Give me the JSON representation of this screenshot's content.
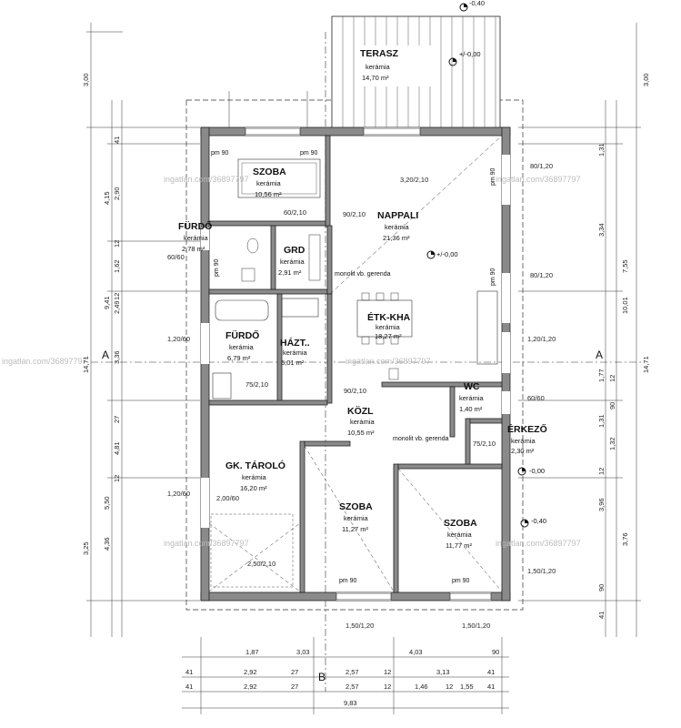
{
  "rooms": {
    "terasz": {
      "name": "TERASZ",
      "material": "kerámia",
      "area": "14,70 m²",
      "level": "+/-0,00"
    },
    "szoba1": {
      "name": "SZOBA",
      "material": "kerámia",
      "area": "10,56 m²"
    },
    "nappali": {
      "name": "NAPPALI",
      "material": "kerámia",
      "area": "21,36 m²",
      "level": "+/-0,00"
    },
    "furdo1": {
      "name": "FÜRDŐ",
      "material": "kerámia",
      "area": "2,78 m²"
    },
    "grd": {
      "name": "GRD",
      "material": "kerámia",
      "area": "2,91 m²"
    },
    "etk": {
      "name": "ÉTK-KHA",
      "material": "kerámia",
      "area": "18,27 m²"
    },
    "furdo2": {
      "name": "FÜRDŐ",
      "material": "kerámia",
      "area": "6,79 m²"
    },
    "hazt": {
      "name": "HÁZT..",
      "material": "kerámia",
      "area": "5,01 m²"
    },
    "wc": {
      "name": "WC",
      "material": "kerámia",
      "area": "1,40 m²"
    },
    "kozl": {
      "name": "KÖZL",
      "material": "kerámia",
      "area": "10,55 m²"
    },
    "erkezo": {
      "name": "ÉRKEZŐ",
      "material": "kerámia",
      "area": "2,30 m²",
      "level": "-0,00"
    },
    "gk": {
      "name": "GK. TÁROLÓ",
      "material": "kerámia",
      "area": "16,20 m²"
    },
    "szoba2": {
      "name": "SZOBA",
      "material": "kerámia",
      "area": "11,27 m²"
    },
    "szoba3": {
      "name": "SZOBA",
      "material": "kerámia",
      "area": "11,77 m²",
      "level": "-0,40"
    }
  },
  "labels": {
    "gerenda1": "monolit vb. gerenda",
    "gerenda2": "monolit vb. gerenda",
    "top_level": "-0,40",
    "section_a": "A",
    "section_b": "B",
    "watermark": "ingatlan.com/36897797"
  },
  "door_labels": [
    "pm 90",
    "pm 90",
    "pm 90",
    "pm 90",
    "pm 90",
    "pm 90",
    "pm 90"
  ],
  "bottom_dims": {
    "row1": [
      "1,87",
      "3,03",
      "4,03",
      "90"
    ],
    "row2": [
      "41",
      "2,92",
      "27",
      "2,57",
      "12",
      "3,13",
      "41"
    ],
    "row3": [
      "41",
      "2,92",
      "27",
      "2,57",
      "12",
      "1,46",
      "12",
      "1,55",
      "41"
    ],
    "total": "9,83"
  },
  "left_dims": {
    "col_outer": [
      "3,00",
      "14,71",
      "3,25"
    ],
    "col_mid": [
      "4,15",
      "9,41",
      "5,50",
      "4,36"
    ],
    "col_inner": [
      "41",
      "2,90",
      "12",
      "1,62",
      "12",
      "2,49",
      "3,36",
      "27",
      "4,81",
      "12"
    ]
  },
  "right_dims": {
    "col_outer": [
      "3,00",
      "14,71"
    ],
    "col_mid": [
      "7,55",
      "10,01",
      "3,76"
    ],
    "col_inner": [
      "1,31",
      "3,34",
      "1,77",
      "12",
      "90",
      "1,31",
      "1,32",
      "12",
      "3,96",
      "90",
      "41"
    ]
  },
  "openings": [
    "60/60",
    "1,20/60",
    "1,20/60",
    "75/2,10",
    "60/2,10",
    "90/2,10",
    "80/1,20",
    "80/1,20",
    "1,20/1,20",
    "60/60",
    "1,50/1,20",
    "1,50/1,20",
    "1,50/1,20",
    "3,20/2,10",
    "2,50/2,10",
    "75/2,10",
    "90/2,10",
    "2,00/60"
  ]
}
